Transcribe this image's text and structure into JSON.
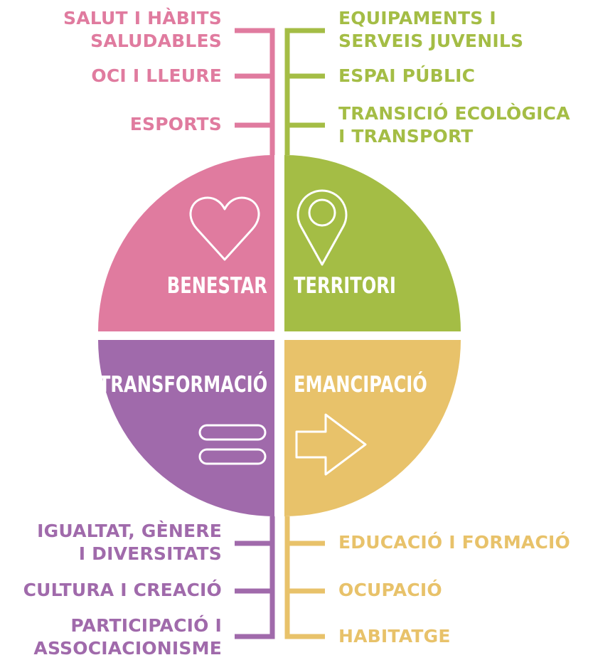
{
  "colors": {
    "benestar": "#e07b9f",
    "territori": "#a4bd45",
    "transformacio": "#a06aab",
    "emancipacio": "#e8c26a"
  },
  "quadrants": {
    "benestar": {
      "label": "BENESTAR",
      "icon": "heart-icon"
    },
    "territori": {
      "label": "TERRITORI",
      "icon": "location-pin-icon"
    },
    "transformacio": {
      "label": "TRANSFORMACIÓ",
      "icon": "equals-icon"
    },
    "emancipacio": {
      "label": "EMANCIPACIÓ",
      "icon": "arrow-right-icon"
    }
  },
  "branches": {
    "benestar": [
      {
        "line1": "SALUT I HÀBITS",
        "line2": "SALUDABLES"
      },
      {
        "line1": "OCI I LLEURE"
      },
      {
        "line1": "ESPORTS"
      }
    ],
    "territori": [
      {
        "line1": "EQUIPAMENTS I",
        "line2": "SERVEIS JUVENILS"
      },
      {
        "line1": "ESPAI PÚBLIC"
      },
      {
        "line1": "TRANSICIÓ ECOLÒGICA",
        "line2": "I TRANSPORT"
      }
    ],
    "transformacio": [
      {
        "line1": "IGUALTAT, GÈNERE",
        "line2": "I DIVERSITATS"
      },
      {
        "line1": "CULTURA I CREACIÓ"
      },
      {
        "line1": "PARTICIPACIÓ I",
        "line2": "ASSOCIACIONISME"
      }
    ],
    "emancipacio": [
      {
        "line1": "EDUCACIÓ I FORMACIÓ"
      },
      {
        "line1": "OCUPACIÓ"
      },
      {
        "line1": "HABITATGE"
      }
    ]
  }
}
